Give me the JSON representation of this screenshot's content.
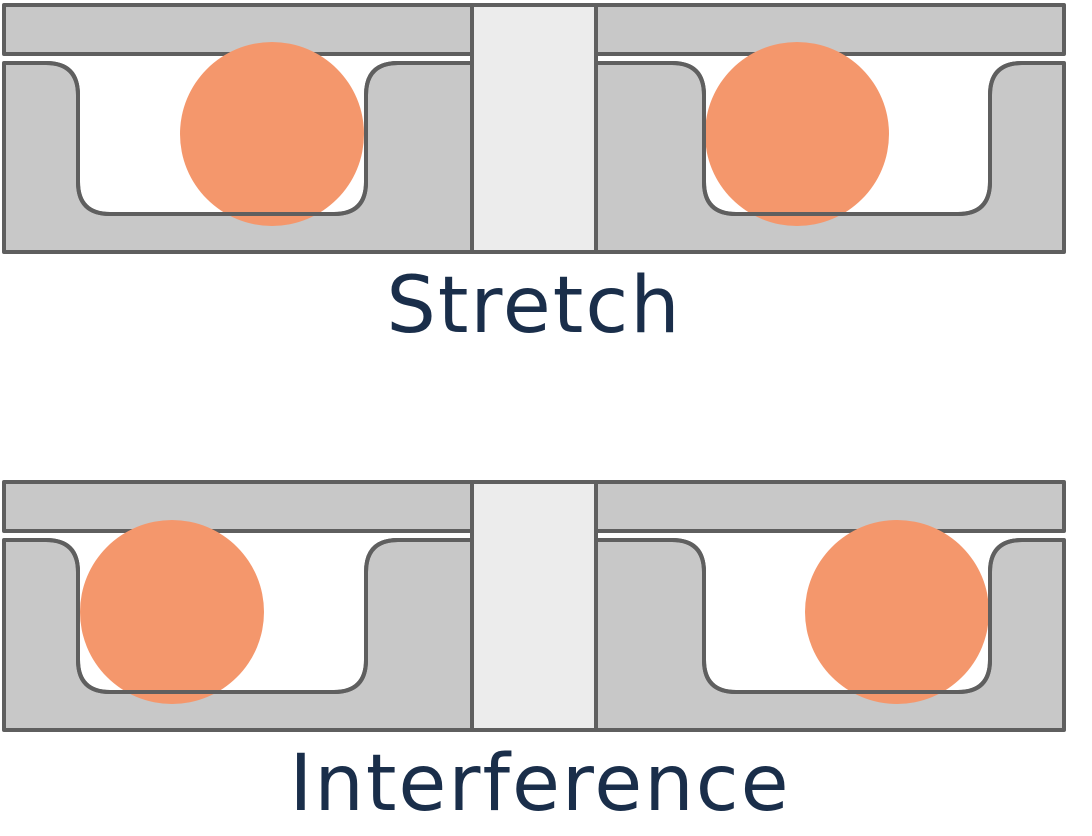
{
  "diagram": {
    "panels": [
      {
        "id": "stretch",
        "caption": "Stretch",
        "oring_placement": "inner"
      },
      {
        "id": "interference",
        "caption": "Interference",
        "oring_placement": "outer"
      }
    ],
    "colors": {
      "housing_fill": "#c8c8c8",
      "housing_stroke": "#5f5f5f",
      "shaft_fill": "#ececec",
      "oring_fill": "#f4976c",
      "groove_fill": "#ffffff",
      "caption_text": "#1a2e4a"
    }
  }
}
